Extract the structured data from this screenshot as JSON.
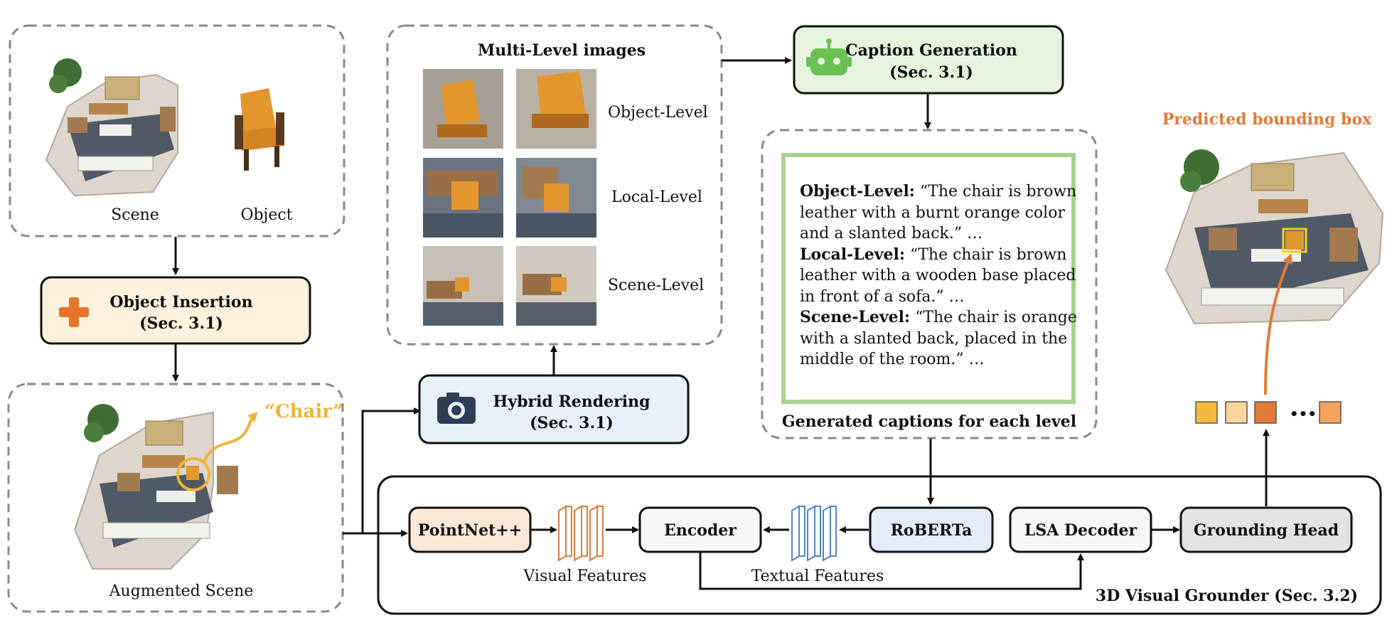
{
  "colors": {
    "dash_border": "#8a8a8a",
    "object_insertion_fill": "#fdf3dc",
    "hybrid_rendering_fill": "#e8f0fa",
    "caption_gen_fill": "#e6f3df",
    "caption_frame": "#a9d18e",
    "pointnet_fill": "#fbe7d6",
    "roberta_fill": "#e3ecf8",
    "grounding_head_fill": "#e3e3e3",
    "visual_feature": "#e07b39",
    "textual_feature": "#4f86c6",
    "predicted_label": "#e07b39",
    "chair_label": "#f0b43a"
  },
  "icons": {
    "object_insertion": "plus-icon",
    "hybrid_rendering": "camera-icon",
    "caption_generation": "robot-icon"
  },
  "scene_panel": {
    "scene_label": "Scene",
    "object_label": "Object"
  },
  "object_insertion": {
    "title": "Object Insertion",
    "ref": "(Sec. 3.1)"
  },
  "augmented_panel": {
    "label": "Augmented Scene",
    "tag": "“Chair”"
  },
  "multilevel": {
    "title": "Multi-Level images",
    "levels": [
      "Object-Level",
      "Local-Level",
      "Scene-Level"
    ]
  },
  "hybrid_rendering": {
    "title": "Hybrid Rendering",
    "ref": "(Sec. 3.1)"
  },
  "caption_generation": {
    "title": "Caption Generation",
    "ref": "(Sec. 3.1)"
  },
  "captions": {
    "object_head": "Object-Level:",
    "object_text": " “The chair is brown leather with a burnt orange color and a slanted back.” …",
    "local_head": "Local-Level:",
    "local_text": " “The chair is brown leather with a wooden base placed in front of a sofa.” …",
    "scene_head": "Scene-Level:",
    "scene_text": " “The chair is orange with a slanted back, placed in the middle of the room.” …",
    "footer": "Generated captions for each level"
  },
  "predicted": {
    "label": "Predicted bounding box",
    "ellipsis": "•••"
  },
  "grounder": {
    "pointnet": "PointNet++",
    "visual_features": "Visual Features",
    "encoder": "Encoder",
    "textual_features": "Textual Features",
    "roberta": "RoBERTa",
    "lsa_decoder": "LSA Decoder",
    "grounding_head": "Grounding Head",
    "title": "3D Visual  Grounder (Sec. 3.2)"
  }
}
